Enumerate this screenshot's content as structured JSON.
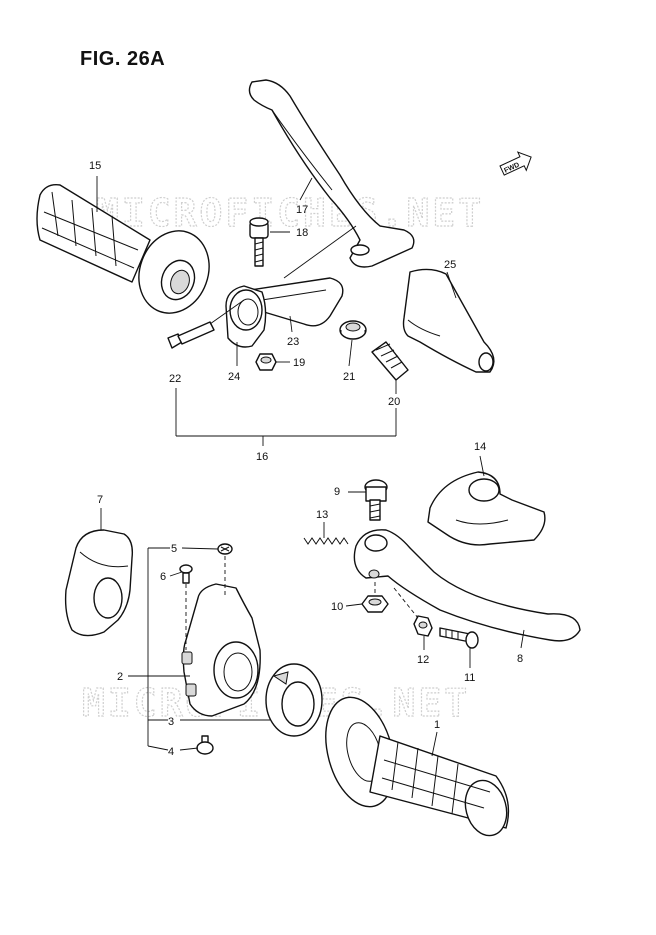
{
  "figure": {
    "title": "FIG. 26A",
    "watermark": "MICROFICHES.NET",
    "fwd_badge": "FWD"
  },
  "callouts": [
    "1",
    "2",
    "3",
    "4",
    "5",
    "6",
    "7",
    "8",
    "9",
    "10",
    "11",
    "12",
    "13",
    "14",
    "15",
    "16",
    "17",
    "18",
    "19",
    "20",
    "21",
    "22",
    "23",
    "24",
    "25"
  ],
  "colors": {
    "ink": "#111111",
    "watermark": "#cfcfcf",
    "background": "#ffffff"
  }
}
